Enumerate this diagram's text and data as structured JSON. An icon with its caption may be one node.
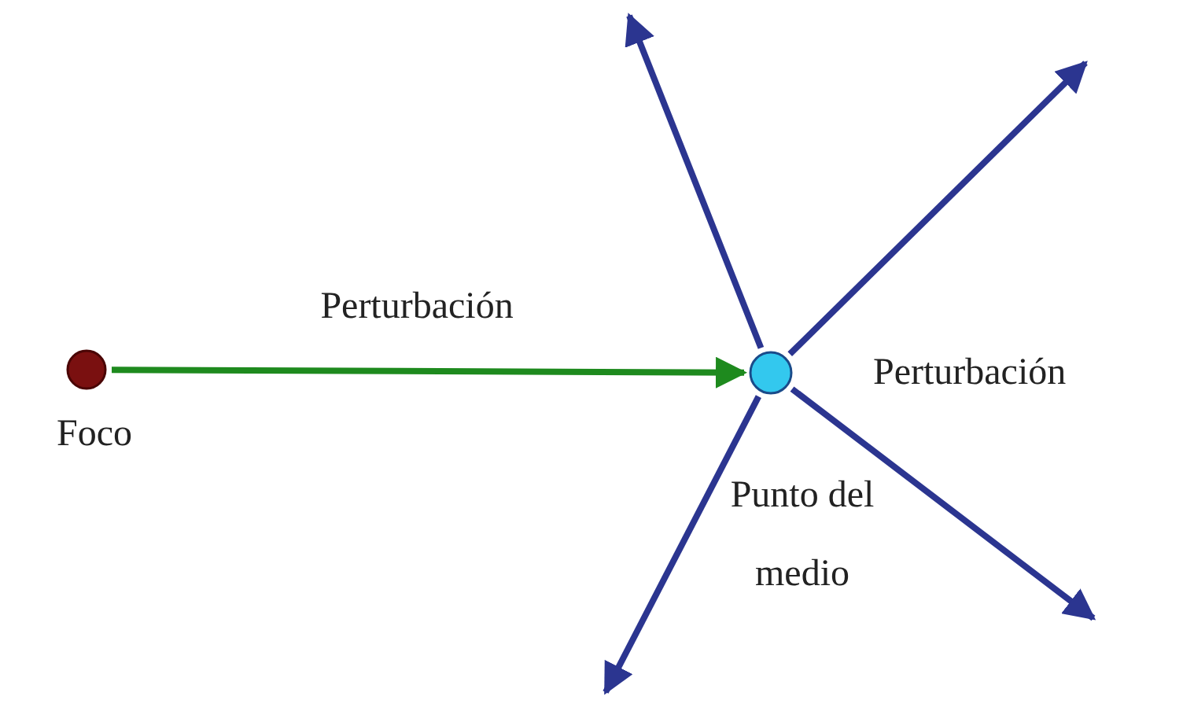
{
  "diagram": {
    "nodes": [
      {
        "text": [
          "Foco"
        ]
      },
      {
        "text": [
          "Punto del medio"
        ]
      }
    ],
    "edges": [
      {
        "from": 0,
        "to": 1,
        "arrow": "to",
        "label": "Perturbación",
        "color": "#1e8a1e"
      },
      {
        "from": 1,
        "to": null,
        "arrow": "to"
      },
      {
        "from": 1,
        "to": null,
        "arrow": "to"
      },
      {
        "from": 1,
        "to": null,
        "arrow": "to"
      },
      {
        "from": 1,
        "to": null,
        "arrow": "to"
      }
    ],
    "labels": [
      "Perturbación"
    ]
  }
}
